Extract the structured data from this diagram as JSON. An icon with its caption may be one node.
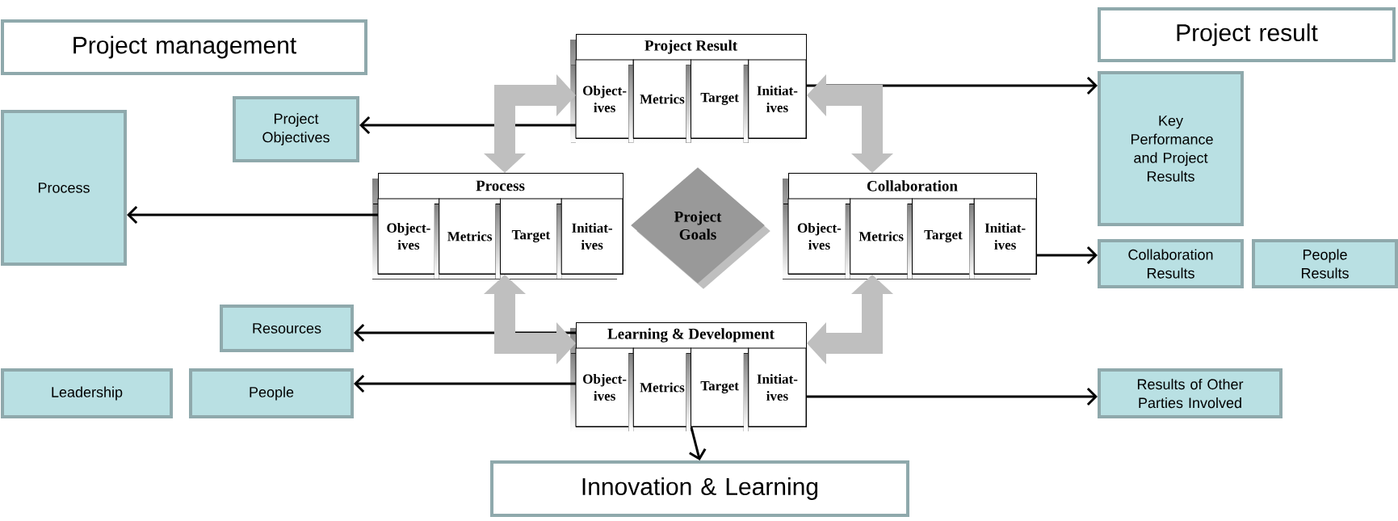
{
  "diagram": {
    "nodes": [
      {
        "text": [
          "Project management"
        ]
      },
      {
        "text": [
          "Project Result"
        ]
      },
      {
        "text": [
          "Object- ives"
        ],
        "in": 1
      },
      {
        "text": [
          "Metrics"
        ],
        "in": 1
      },
      {
        "text": [
          "Target"
        ],
        "in": 1
      },
      {
        "text": [
          "Initiat- ives"
        ],
        "in": 1
      },
      {
        "text": [
          "Project result"
        ]
      },
      {
        "text": [
          "Project Objectives"
        ]
      },
      {
        "text": [
          "Process"
        ]
      },
      {
        "text": [
          "Process"
        ]
      },
      {
        "text": [
          "Object- ives"
        ],
        "in": 9
      },
      {
        "text": [
          "Metrics"
        ],
        "in": 9
      },
      {
        "text": [
          "Target"
        ],
        "in": 9
      },
      {
        "text": [
          "Initiat- ives"
        ],
        "in": 9
      },
      {
        "text": [
          "Project Goals"
        ]
      },
      {
        "text": [
          "Collaboration"
        ]
      },
      {
        "text": [
          "Object- ives"
        ],
        "in": 15
      },
      {
        "text": [
          "Metrics"
        ],
        "in": 15
      },
      {
        "text": [
          "Target"
        ],
        "in": 15
      },
      {
        "text": [
          "Initiat- ives"
        ],
        "in": 15
      },
      {
        "text": [
          "Key Performance and Project Results"
        ]
      },
      {
        "text": [
          "Collaboration Results"
        ]
      },
      {
        "text": [
          "People Results"
        ]
      },
      {
        "text": [
          "Resources"
        ]
      },
      {
        "text": [
          "Learning & Development"
        ]
      },
      {
        "text": [
          "Object- ives"
        ],
        "in": 24
      },
      {
        "text": [
          "Metrics"
        ],
        "in": 24
      },
      {
        "text": [
          "Target"
        ],
        "in": 24
      },
      {
        "text": [
          "Initiat- ives"
        ],
        "in": 24
      },
      {
        "text": [
          "Leadership"
        ]
      },
      {
        "text": [
          "People"
        ]
      },
      {
        "text": [
          "Results of Other Parties Involved"
        ]
      },
      {
        "text": [
          "Innovation & Learning"
        ]
      }
    ],
    "edges": [
      {
        "from": 1,
        "to": 7,
        "arrow": "to"
      },
      {
        "from": 9,
        "to": 8,
        "arrow": "to"
      },
      {
        "from": 24,
        "to": 23,
        "arrow": "to"
      },
      {
        "from": 24,
        "to": 30,
        "arrow": "to"
      },
      {
        "from": 24,
        "to": 32,
        "arrow": "to"
      },
      {
        "from": 1,
        "to": 20,
        "arrow": "to"
      },
      {
        "from": 15,
        "to": 21,
        "arrow": "to"
      },
      {
        "from": 24,
        "to": 31,
        "arrow": "to"
      },
      {
        "from": 1,
        "to": 9,
        "arrow": "both",
        "style": "thick",
        "color": "#bfbfbf"
      },
      {
        "from": 1,
        "to": 15,
        "arrow": "both",
        "style": "thick",
        "color": "#bfbfbf"
      },
      {
        "from": 9,
        "to": 24,
        "arrow": "both",
        "style": "thick",
        "color": "#bfbfbf"
      },
      {
        "from": 15,
        "to": 24,
        "arrow": "both",
        "style": "thick",
        "color": "#bfbfbf"
      }
    ]
  }
}
